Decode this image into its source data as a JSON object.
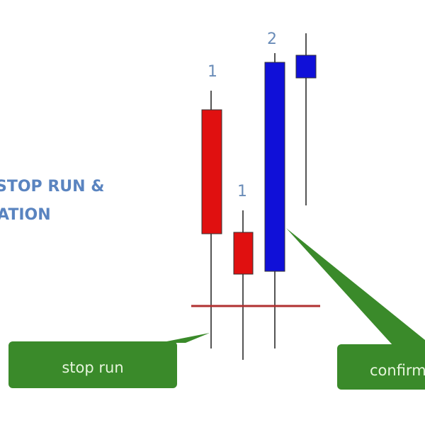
{
  "title_lines": [
    "STOP RUN &",
    "ATION"
  ],
  "candle_labels": [
    "1",
    "1",
    "2"
  ],
  "callouts": {
    "stop_run": "stop run",
    "confirm": "confirm"
  },
  "colors": {
    "bearish": "#e01010",
    "bullish": "#1010d8",
    "level": "#b03030",
    "callout": "#3a8a2a",
    "text": "#5a84c0"
  }
}
